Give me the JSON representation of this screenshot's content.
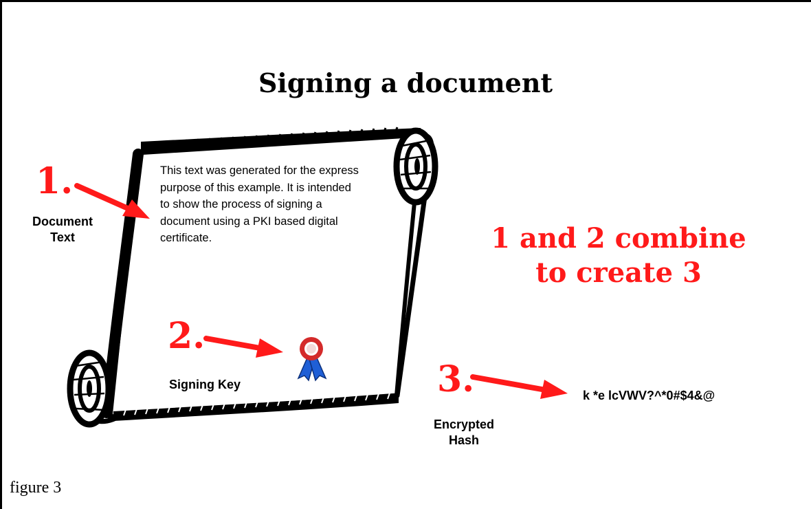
{
  "title": "Signing a document",
  "document_body": "This text was generated for the express purpose of this example.  It is intended to show the process of signing a document using a PKI based digital certificate.",
  "steps": [
    {
      "number": "1.",
      "label_line1": "Document",
      "label_line2": "Text"
    },
    {
      "number": "2.",
      "label": "Signing Key"
    },
    {
      "number": "3.",
      "label_line1": "Encrypted",
      "label_line2": "Hash"
    }
  ],
  "combine_note": {
    "line1": "1 and 2 combine",
    "line2": "to create 3"
  },
  "hash_value": "k *e lcVWV?^*0#$4&@",
  "caption": "figure 3",
  "colors": {
    "accent": "#ff1a1a",
    "ink": "#000000",
    "ribbon_blue": "#1f5fd6",
    "seal_red": "#d42a2a"
  }
}
